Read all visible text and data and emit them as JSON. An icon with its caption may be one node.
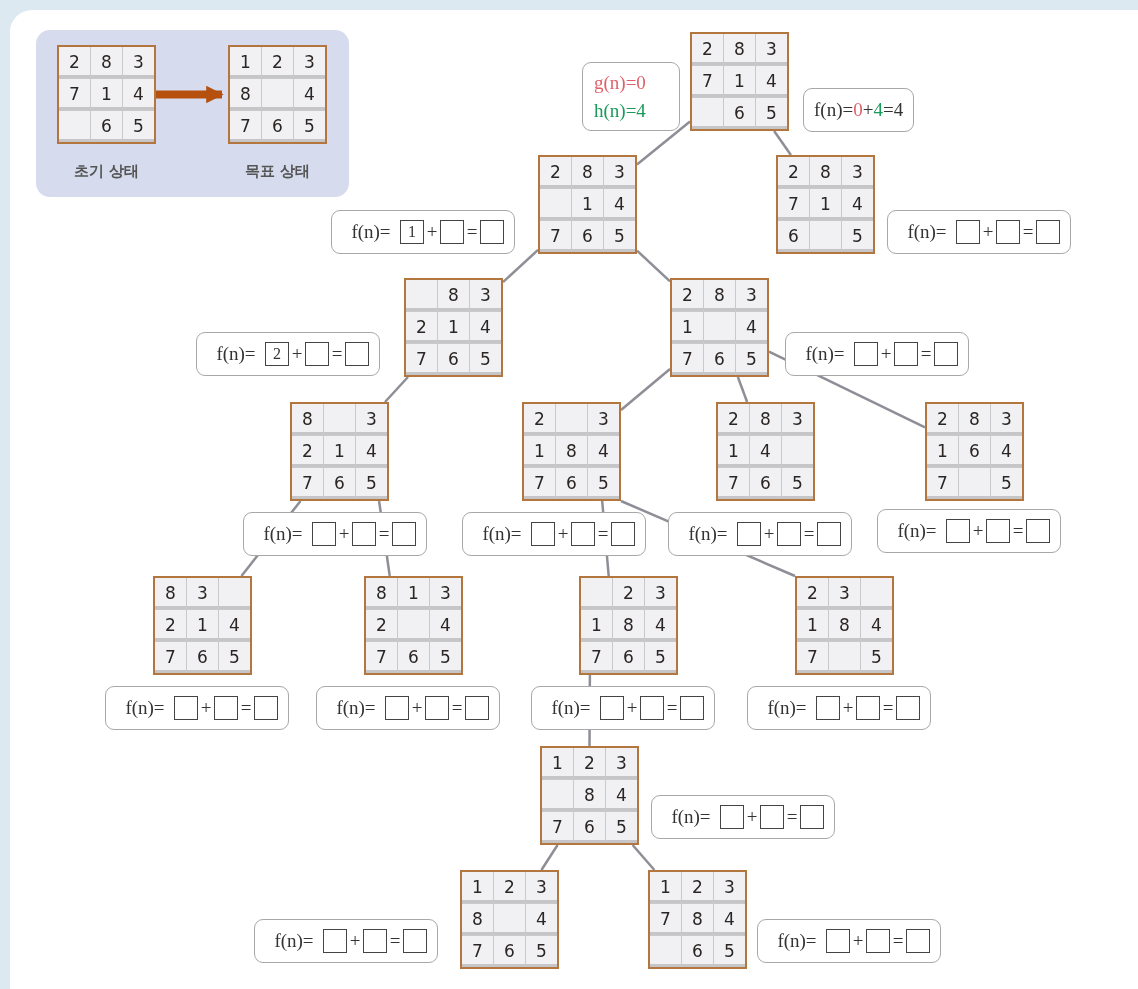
{
  "diagram": {
    "nodes": [
      {
        "text": [],
        "shape": "box"
      },
      {
        "text": [],
        "shape": "box",
        "in": 0,
        "beside": [
          "초기 상태"
        ]
      },
      {
        "text": [
          "2"
        ],
        "in": 1
      },
      {
        "text": [
          "8"
        ],
        "in": 1
      },
      {
        "text": [
          "3"
        ],
        "in": 1
      },
      {
        "text": [
          "7"
        ],
        "in": 1
      },
      {
        "text": [
          "1"
        ],
        "in": 1
      },
      {
        "text": [
          "4"
        ],
        "in": 1
      },
      {
        "text": [],
        "shape": "box",
        "in": 1
      },
      {
        "text": [
          "6"
        ],
        "in": 1
      },
      {
        "text": [
          "5"
        ],
        "in": 1
      },
      {
        "text": [],
        "shape": "box",
        "in": 0,
        "beside": [
          "목표 상태"
        ]
      },
      {
        "text": [
          "1"
        ],
        "in": 11
      },
      {
        "text": [
          "2"
        ],
        "in": 11
      },
      {
        "text": [
          "3"
        ],
        "in": 11
      },
      {
        "text": [
          "8"
        ],
        "in": 11
      },
      {
        "text": [],
        "shape": "box",
        "in": 11
      },
      {
        "text": [
          "4"
        ],
        "in": 11
      },
      {
        "text": [
          "7"
        ],
        "in": 11
      },
      {
        "text": [
          "6"
        ],
        "in": 11
      },
      {
        "text": [
          "5"
        ],
        "in": 11
      },
      {
        "text": [
          "g(n)=0",
          "h(n)=4"
        ]
      },
      {
        "text": [],
        "shape": "box"
      },
      {
        "text": [
          "2"
        ],
        "in": 22
      },
      {
        "text": [
          "8"
        ],
        "in": 22
      },
      {
        "text": [
          "3"
        ],
        "in": 22
      },
      {
        "text": [
          "7"
        ],
        "in": 22
      },
      {
        "text": [
          "1"
        ],
        "in": 22
      },
      {
        "text": [
          "4"
        ],
        "in": 22
      },
      {
        "text": [],
        "shape": "box",
        "in": 22
      },
      {
        "text": [
          "6"
        ],
        "in": 22
      },
      {
        "text": [
          "5"
        ],
        "in": 22
      },
      {
        "text": [
          "f(n)=",
          "0",
          "+",
          "4",
          "=4"
        ]
      },
      {
        "text": [],
        "shape": "box"
      },
      {
        "text": [
          "2"
        ],
        "in": 33
      },
      {
        "text": [
          "8"
        ],
        "in": 33
      },
      {
        "text": [
          "3"
        ],
        "in": 33
      },
      {
        "text": [],
        "shape": "box",
        "in": 33
      },
      {
        "text": [
          "1"
        ],
        "in": 33
      },
      {
        "text": [
          "4"
        ],
        "in": 33
      },
      {
        "text": [
          "7"
        ],
        "in": 33
      },
      {
        "text": [
          "6"
        ],
        "in": 33
      },
      {
        "text": [
          "5"
        ],
        "in": 33
      },
      {
        "text": [
          "f(n)=",
          "+",
          "="
        ]
      },
      {
        "text": [
          "1"
        ],
        "in": 43
      },
      {
        "text": [],
        "shape": "box",
        "in": 43
      },
      {
        "text": [],
        "shape": "box",
        "in": 43
      },
      {
        "text": [],
        "shape": "box"
      },
      {
        "text": [
          "2"
        ],
        "in": 47
      },
      {
        "text": [
          "8"
        ],
        "in": 47
      },
      {
        "text": [
          "3"
        ],
        "in": 47
      },
      {
        "text": [
          "7"
        ],
        "in": 47
      },
      {
        "text": [
          "1"
        ],
        "in": 47
      },
      {
        "text": [
          "4"
        ],
        "in": 47
      },
      {
        "text": [
          "6"
        ],
        "in": 47
      },
      {
        "text": [],
        "shape": "box",
        "in": 47
      },
      {
        "text": [
          "5"
        ],
        "in": 47
      },
      {
        "text": [
          "f(n)=",
          "+",
          "="
        ]
      },
      {
        "text": [],
        "shape": "box",
        "in": 57
      },
      {
        "text": [],
        "shape": "box",
        "in": 57
      },
      {
        "text": [],
        "shape": "box",
        "in": 57
      },
      {
        "text": [],
        "shape": "box"
      },
      {
        "text": [],
        "shape": "box",
        "in": 61
      },
      {
        "text": [
          "8"
        ],
        "in": 61
      },
      {
        "text": [
          "3"
        ],
        "in": 61
      },
      {
        "text": [
          "2"
        ],
        "in": 61
      },
      {
        "text": [
          "1"
        ],
        "in": 61
      },
      {
        "text": [
          "4"
        ],
        "in": 61
      },
      {
        "text": [
          "7"
        ],
        "in": 61
      },
      {
        "text": [
          "6"
        ],
        "in": 61
      },
      {
        "text": [
          "5"
        ],
        "in": 61
      },
      {
        "text": [
          "f(n)=",
          "+",
          "="
        ]
      },
      {
        "text": [
          "2"
        ],
        "in": 71
      },
      {
        "text": [],
        "shape": "box",
        "in": 71
      },
      {
        "text": [],
        "shape": "box",
        "in": 71
      },
      {
        "text": [],
        "shape": "box"
      },
      {
        "text": [
          "2"
        ],
        "in": 75
      },
      {
        "text": [
          "8"
        ],
        "in": 75
      },
      {
        "text": [
          "3"
        ],
        "in": 75
      },
      {
        "text": [
          "1"
        ],
        "in": 75
      },
      {
        "text": [],
        "shape": "box",
        "in": 75
      },
      {
        "text": [
          "4"
        ],
        "in": 75
      },
      {
        "text": [
          "7"
        ],
        "in": 75
      },
      {
        "text": [
          "6"
        ],
        "in": 75
      },
      {
        "text": [
          "5"
        ],
        "in": 75
      },
      {
        "text": [
          "f(n)=",
          "+",
          "="
        ]
      },
      {
        "text": [],
        "shape": "box",
        "in": 85
      },
      {
        "text": [],
        "shape": "box",
        "in": 85
      },
      {
        "text": [],
        "shape": "box",
        "in": 85
      },
      {
        "text": [],
        "shape": "box"
      },
      {
        "text": [
          "8"
        ],
        "in": 89
      },
      {
        "text": [],
        "shape": "box",
        "in": 89
      },
      {
        "text": [
          "3"
        ],
        "in": 89
      },
      {
        "text": [
          "2"
        ],
        "in": 89
      },
      {
        "text": [
          "1"
        ],
        "in": 89
      },
      {
        "text": [
          "4"
        ],
        "in": 89
      },
      {
        "text": [
          "7"
        ],
        "in": 89
      },
      {
        "text": [
          "6"
        ],
        "in": 89
      },
      {
        "text": [
          "5"
        ],
        "in": 89
      },
      {
        "text": [
          "f(n)=",
          "+",
          "="
        ]
      },
      {
        "text": [],
        "shape": "box",
        "in": 99
      },
      {
        "text": [],
        "shape": "box",
        "in": 99
      },
      {
        "text": [],
        "shape": "box",
        "in": 99
      },
      {
        "text": [],
        "shape": "box"
      },
      {
        "text": [
          "2"
        ],
        "in": 103
      },
      {
        "text": [],
        "shape": "box",
        "in": 103
      },
      {
        "text": [
          "3"
        ],
        "in": 103
      },
      {
        "text": [
          "1"
        ],
        "in": 103
      },
      {
        "text": [
          "8"
        ],
        "in": 103
      },
      {
        "text": [
          "4"
        ],
        "in": 103
      },
      {
        "text": [
          "7"
        ],
        "in": 103
      },
      {
        "text": [
          "6"
        ],
        "in": 103
      },
      {
        "text": [
          "5"
        ],
        "in": 103
      },
      {
        "text": [
          "f(n)=",
          "+",
          "="
        ]
      },
      {
        "text": [],
        "shape": "box",
        "in": 113
      },
      {
        "text": [],
        "shape": "box",
        "in": 113
      },
      {
        "text": [],
        "shape": "box",
        "in": 113
      },
      {
        "text": [],
        "shape": "box"
      },
      {
        "text": [
          "2"
        ],
        "in": 117
      },
      {
        "text": [
          "8"
        ],
        "in": 117
      },
      {
        "text": [
          "3"
        ],
        "in": 117
      },
      {
        "text": [
          "1"
        ],
        "in": 117
      },
      {
        "text": [
          "4"
        ],
        "in": 117
      },
      {
        "text": [],
        "shape": "box",
        "in": 117
      },
      {
        "text": [
          "7"
        ],
        "in": 117
      },
      {
        "text": [
          "6"
        ],
        "in": 117
      },
      {
        "text": [
          "5"
        ],
        "in": 117
      },
      {
        "text": [
          "f(n)=",
          "+",
          "="
        ]
      },
      {
        "text": [],
        "shape": "box",
        "in": 127
      },
      {
        "text": [],
        "shape": "box",
        "in": 127
      },
      {
        "text": [],
        "shape": "box",
        "in": 127
      },
      {
        "text": [],
        "shape": "box"
      },
      {
        "text": [
          "2"
        ],
        "in": 131
      },
      {
        "text": [
          "8"
        ],
        "in": 131
      },
      {
        "text": [
          "3"
        ],
        "in": 131
      },
      {
        "text": [
          "1"
        ],
        "in": 131
      },
      {
        "text": [
          "6"
        ],
        "in": 131
      },
      {
        "text": [
          "4"
        ],
        "in": 131
      },
      {
        "text": [
          "7"
        ],
        "in": 131
      },
      {
        "text": [],
        "shape": "box",
        "in": 131
      },
      {
        "text": [
          "5"
        ],
        "in": 131
      },
      {
        "text": [
          "f(n)=",
          "+",
          "="
        ]
      },
      {
        "text": [],
        "shape": "box",
        "in": 141
      },
      {
        "text": [],
        "shape": "box",
        "in": 141
      },
      {
        "text": [],
        "shape": "box",
        "in": 141
      },
      {
        "text": [],
        "shape": "box"
      },
      {
        "text": [
          "8"
        ],
        "in": 145
      },
      {
        "text": [
          "3"
        ],
        "in": 145
      },
      {
        "text": [],
        "shape": "box",
        "in": 145
      },
      {
        "text": [
          "2"
        ],
        "in": 145
      },
      {
        "text": [
          "1"
        ],
        "in": 145
      },
      {
        "text": [
          "4"
        ],
        "in": 145
      },
      {
        "text": [
          "7"
        ],
        "in": 145
      },
      {
        "text": [
          "6"
        ],
        "in": 145
      },
      {
        "text": [
          "5"
        ],
        "in": 145
      },
      {
        "text": [
          "f(n)=",
          "+",
          "="
        ]
      },
      {
        "text": [],
        "shape": "box",
        "in": 155
      },
      {
        "text": [],
        "shape": "box",
        "in": 155
      },
      {
        "text": [],
        "shape": "box",
        "in": 155
      },
      {
        "text": [],
        "shape": "box"
      },
      {
        "text": [
          "8"
        ],
        "in": 159
      },
      {
        "text": [
          "1"
        ],
        "in": 159
      },
      {
        "text": [
          "3"
        ],
        "in": 159
      },
      {
        "text": [
          "2"
        ],
        "in": 159
      },
      {
        "text": [],
        "shape": "box",
        "in": 159
      },
      {
        "text": [
          "4"
        ],
        "in": 159
      },
      {
        "text": [
          "7"
        ],
        "in": 159
      },
      {
        "text": [
          "6"
        ],
        "in": 159
      },
      {
        "text": [
          "5"
        ],
        "in": 159
      },
      {
        "text": [
          "f(n)=",
          "+",
          "="
        ]
      },
      {
        "text": [],
        "shape": "box",
        "in": 169
      },
      {
        "text": [],
        "shape": "box",
        "in": 169
      },
      {
        "text": [],
        "shape": "box",
        "in": 169
      },
      {
        "text": [],
        "shape": "box"
      },
      {
        "text": [],
        "shape": "box",
        "in": 173
      },
      {
        "text": [
          "2"
        ],
        "in": 173
      },
      {
        "text": [
          "3"
        ],
        "in": 173
      },
      {
        "text": [
          "1"
        ],
        "in": 173
      },
      {
        "text": [
          "8"
        ],
        "in": 173
      },
      {
        "text": [
          "4"
        ],
        "in": 173
      },
      {
        "text": [
          "7"
        ],
        "in": 173
      },
      {
        "text": [
          "6"
        ],
        "in": 173
      },
      {
        "text": [
          "5"
        ],
        "in": 173
      },
      {
        "text": [
          "f(n)=",
          "+",
          "="
        ]
      },
      {
        "text": [],
        "shape": "box",
        "in": 183
      },
      {
        "text": [],
        "shape": "box",
        "in": 183
      },
      {
        "text": [],
        "shape": "box",
        "in": 183
      },
      {
        "text": [],
        "shape": "box"
      },
      {
        "text": [
          "2"
        ],
        "in": 187
      },
      {
        "text": [
          "3"
        ],
        "in": 187
      },
      {
        "text": [],
        "shape": "box",
        "in": 187
      },
      {
        "text": [
          "1"
        ],
        "in": 187
      },
      {
        "text": [
          "8"
        ],
        "in": 187
      },
      {
        "text": [
          "4"
        ],
        "in": 187
      },
      {
        "text": [
          "7"
        ],
        "in": 187
      },
      {
        "text": [],
        "shape": "box",
        "in": 187
      },
      {
        "text": [
          "5"
        ],
        "in": 187
      },
      {
        "text": [
          "f(n)=",
          "+",
          "="
        ]
      },
      {
        "text": [],
        "shape": "box",
        "in": 197
      },
      {
        "text": [],
        "shape": "box",
        "in": 197
      },
      {
        "text": [],
        "shape": "box",
        "in": 197
      },
      {
        "text": [],
        "shape": "box"
      },
      {
        "text": [
          "1"
        ],
        "in": 201
      },
      {
        "text": [
          "2"
        ],
        "in": 201
      },
      {
        "text": [
          "3"
        ],
        "in": 201
      },
      {
        "text": [],
        "shape": "box",
        "in": 201
      },
      {
        "text": [
          "8"
        ],
        "in": 201
      },
      {
        "text": [
          "4"
        ],
        "in": 201
      },
      {
        "text": [
          "7"
        ],
        "in": 201
      },
      {
        "text": [
          "6"
        ],
        "in": 201
      },
      {
        "text": [
          "5"
        ],
        "in": 201
      },
      {
        "text": [
          "f(n)=",
          "+",
          "="
        ]
      },
      {
        "text": [],
        "shape": "box",
        "in": 211
      },
      {
        "text": [],
        "shape": "box",
        "in": 211
      },
      {
        "text": [],
        "shape": "box",
        "in": 211
      },
      {
        "text": [],
        "shape": "box"
      },
      {
        "text": [
          "1"
        ],
        "in": 215
      },
      {
        "text": [
          "2"
        ],
        "in": 215
      },
      {
        "text": [
          "3"
        ],
        "in": 215
      },
      {
        "text": [
          "8"
        ],
        "in": 215
      },
      {
        "text": [],
        "shape": "box",
        "in": 215
      },
      {
        "text": [
          "4"
        ],
        "in": 215
      },
      {
        "text": [
          "7"
        ],
        "in": 215
      },
      {
        "text": [
          "6"
        ],
        "in": 215
      },
      {
        "text": [
          "5"
        ],
        "in": 215
      },
      {
        "text": [
          "f(n)=",
          "+",
          "="
        ]
      },
      {
        "text": [],
        "shape": "box",
        "in": 225
      },
      {
        "text": [],
        "shape": "box",
        "in": 225
      },
      {
        "text": [],
        "shape": "box",
        "in": 225
      },
      {
        "text": [],
        "shape": "box"
      },
      {
        "text": [
          "1"
        ],
        "in": 229
      },
      {
        "text": [
          "2"
        ],
        "in": 229
      },
      {
        "text": [
          "3"
        ],
        "in": 229
      },
      {
        "text": [
          "7"
        ],
        "in": 229
      },
      {
        "text": [
          "8"
        ],
        "in": 229
      },
      {
        "text": [
          "4"
        ],
        "in": 229
      },
      {
        "text": [],
        "shape": "box",
        "in": 229
      },
      {
        "text": [
          "6"
        ],
        "in": 229
      },
      {
        "text": [
          "5"
        ],
        "in": 229
      },
      {
        "text": [
          "f(n)=",
          "+",
          "="
        ]
      },
      {
        "text": [],
        "shape": "box",
        "in": 239
      },
      {
        "text": [],
        "shape": "box",
        "in": 239
      },
      {
        "text": [],
        "shape": "box",
        "in": 239
      }
    ],
    "edges": [
      {
        "from": 1,
        "to": 11,
        "arrow": "to",
        "style": "thick",
        "color": "#b5500f"
      },
      {
        "from": 22,
        "to": 33,
        "arrow": "none"
      },
      {
        "from": 22,
        "to": 47,
        "arrow": "none"
      },
      {
        "from": 33,
        "to": 61,
        "arrow": "none"
      },
      {
        "from": 33,
        "to": 75,
        "arrow": "none"
      },
      {
        "from": 61,
        "to": 89,
        "arrow": "none"
      },
      {
        "from": 75,
        "to": 103,
        "arrow": "none"
      },
      {
        "from": 75,
        "to": 117,
        "arrow": "none"
      },
      {
        "from": 75,
        "to": 131,
        "arrow": "none"
      },
      {
        "from": 89,
        "to": 145,
        "arrow": "none"
      },
      {
        "from": 89,
        "to": 159,
        "arrow": "none"
      },
      {
        "from": 103,
        "to": 173,
        "arrow": "none"
      },
      {
        "from": 103,
        "to": 187,
        "arrow": "none"
      },
      {
        "from": 173,
        "to": 201,
        "arrow": "none"
      },
      {
        "from": 201,
        "to": 215,
        "arrow": "none"
      },
      {
        "from": 201,
        "to": 229,
        "arrow": "none"
      }
    ]
  }
}
